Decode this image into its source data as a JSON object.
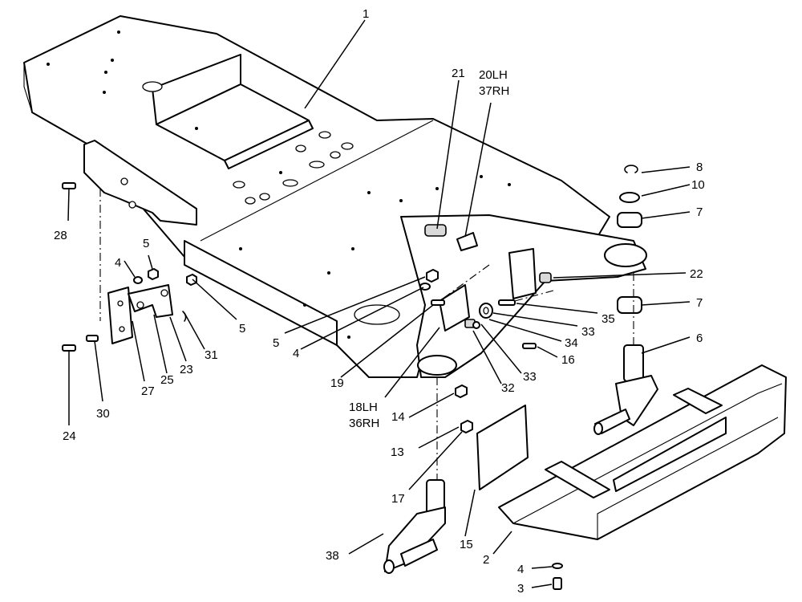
{
  "callouts": {
    "c1": "1",
    "c21": "21",
    "c20": "20LH",
    "c37": "37RH",
    "c8": "8",
    "c10": "10",
    "c7a": "7",
    "c22": "22",
    "c7b": "7",
    "c35": "35",
    "c33a": "33",
    "c34": "34",
    "c6": "6",
    "c16": "16",
    "c33b": "33",
    "c32": "32",
    "c28": "28",
    "c5a": "5",
    "c4a": "4",
    "c5b": "5",
    "c5c": "5",
    "c4b": "4",
    "c19": "19",
    "c31": "31",
    "c23": "23",
    "c25": "25",
    "c27": "27",
    "c30": "30",
    "c24": "24",
    "c18": "18LH",
    "c36": "36RH",
    "c14": "14",
    "c13": "13",
    "c17": "17",
    "c15": "15",
    "c38": "38",
    "c2": "2",
    "c4c": "4",
    "c3": "3"
  }
}
